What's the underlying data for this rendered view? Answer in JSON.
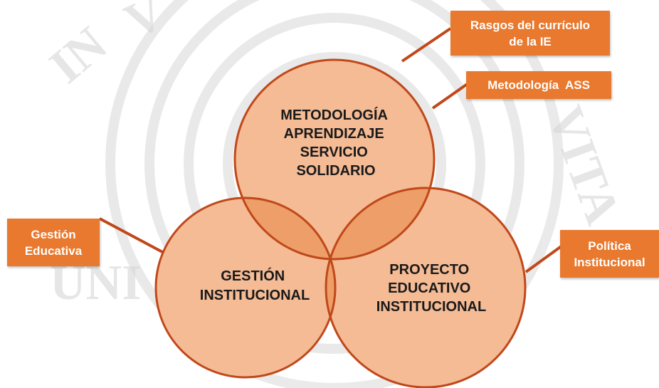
{
  "diagram": {
    "circles": {
      "top": {
        "lines": [
          "METODOLOGÍA",
          "APRENDIZAJE",
          "SERVICIO",
          "SOLIDARIO"
        ]
      },
      "left": {
        "lines": [
          "GESTIÓN",
          "INSTITUCIONAL"
        ]
      },
      "right": {
        "lines": [
          "PROYECTO",
          "EDUCATIVO",
          "INSTITUCIONAL"
        ]
      }
    },
    "callouts": {
      "rasgos": [
        "Rasgos del currículo",
        "de la IE"
      ],
      "ass": [
        "Metodología  ASS"
      ],
      "gestion": [
        "Gestión",
        "Educativa"
      ],
      "politica": [
        "Política",
        "Institucional"
      ]
    }
  },
  "colors": {
    "circle_fill": "#f4bb95",
    "circle_stroke": "#c0481a",
    "overlap_fill": "#ee9e68",
    "callout_fill": "#e8792e",
    "connector": "#c0481a"
  }
}
